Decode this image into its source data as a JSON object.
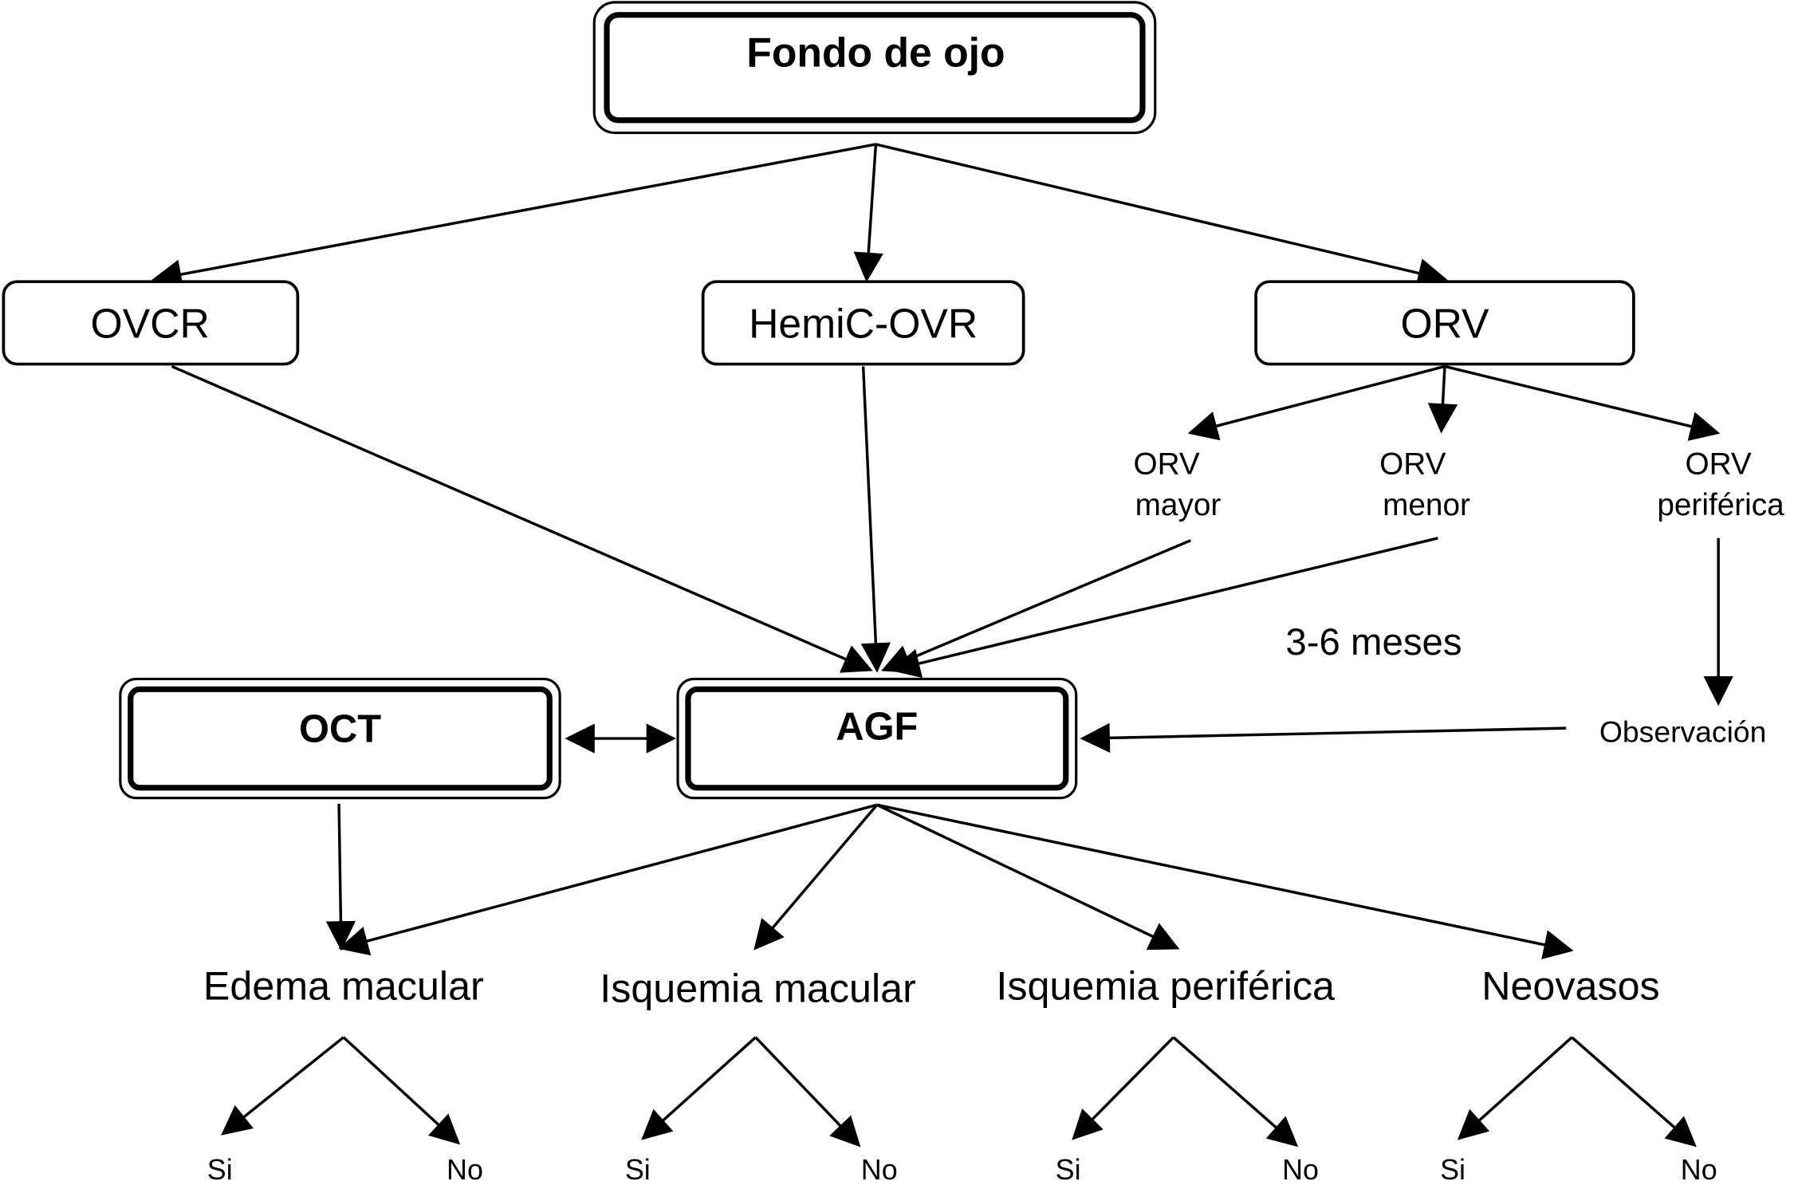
{
  "diagram": {
    "title_node": "Fondo de ojo",
    "level1": [
      "OVCR",
      "HemiC-OVR",
      "ORV"
    ],
    "orv_subtypes": [
      {
        "line1": "ORV",
        "line2": "mayor"
      },
      {
        "line1": "ORV",
        "line2": "menor"
      },
      {
        "line1": "ORV",
        "line2": "periférica"
      }
    ],
    "interval_label": "3-6 meses",
    "observation_label": "Observación",
    "tests": [
      "OCT",
      "AGF"
    ],
    "findings": [
      "Edema macular",
      "Isquemia macular",
      "Isquemia periférica",
      "Neovasos"
    ],
    "yes_label": "Si",
    "no_label": "No",
    "edges": [
      [
        "Fondo de ojo",
        "OVCR"
      ],
      [
        "Fondo de ojo",
        "HemiC-OVR"
      ],
      [
        "Fondo de ojo",
        "ORV"
      ],
      [
        "ORV",
        "ORV mayor"
      ],
      [
        "ORV",
        "ORV menor"
      ],
      [
        "ORV",
        "ORV periférica"
      ],
      [
        "OVCR",
        "AGF"
      ],
      [
        "HemiC-OVR",
        "AGF"
      ],
      [
        "ORV mayor",
        "AGF"
      ],
      [
        "ORV menor",
        "AGF"
      ],
      [
        "ORV periférica",
        "Observación"
      ],
      [
        "Observación",
        "AGF"
      ],
      [
        "OCT",
        "AGF",
        "bidirectional"
      ],
      [
        "OCT",
        "Edema macular"
      ],
      [
        "AGF",
        "Edema macular"
      ],
      [
        "AGF",
        "Isquemia macular"
      ],
      [
        "AGF",
        "Isquemia periférica"
      ],
      [
        "AGF",
        "Neovasos"
      ]
    ]
  }
}
